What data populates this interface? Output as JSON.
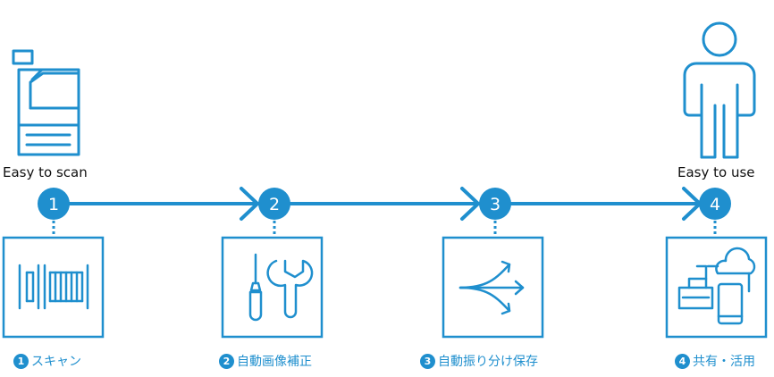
{
  "start_label": "Easy to scan",
  "end_label": "Easy to use",
  "accent_color": "#1f8fce",
  "steps": [
    {
      "number": "1",
      "caption": "スキャン",
      "icon": "barcode-scan-icon"
    },
    {
      "number": "2",
      "caption": "自動画像補正",
      "icon": "screwdriver-wrench-icon"
    },
    {
      "number": "3",
      "caption": "自動振り分け保存",
      "icon": "branching-arrows-icon"
    },
    {
      "number": "4",
      "caption": "共有・活用",
      "icon": "printer-cloud-tablet-icon"
    }
  ],
  "start_icon": "multifunction-printer-icon",
  "end_icon": "person-icon"
}
